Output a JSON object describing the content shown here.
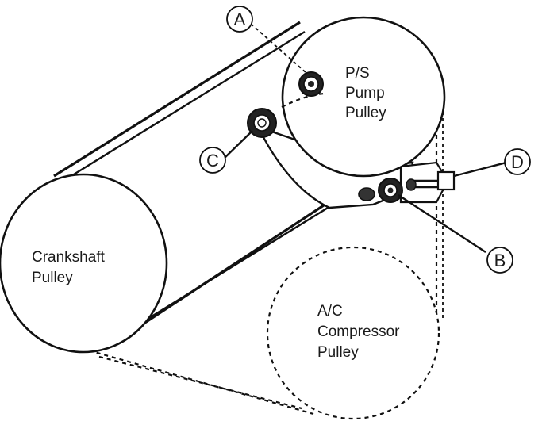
{
  "labels": {
    "ps_pump_line1": "P/S",
    "ps_pump_line2": "Pump",
    "ps_pump_line3": "Pulley",
    "crankshaft_line1": "Crankshaft",
    "crankshaft_line2": "Pulley",
    "ac_line1": "A/C",
    "ac_line2": "Compressor",
    "ac_line3": "Pulley"
  },
  "callouts": {
    "a": "A",
    "b": "B",
    "c": "C",
    "d": "D"
  }
}
